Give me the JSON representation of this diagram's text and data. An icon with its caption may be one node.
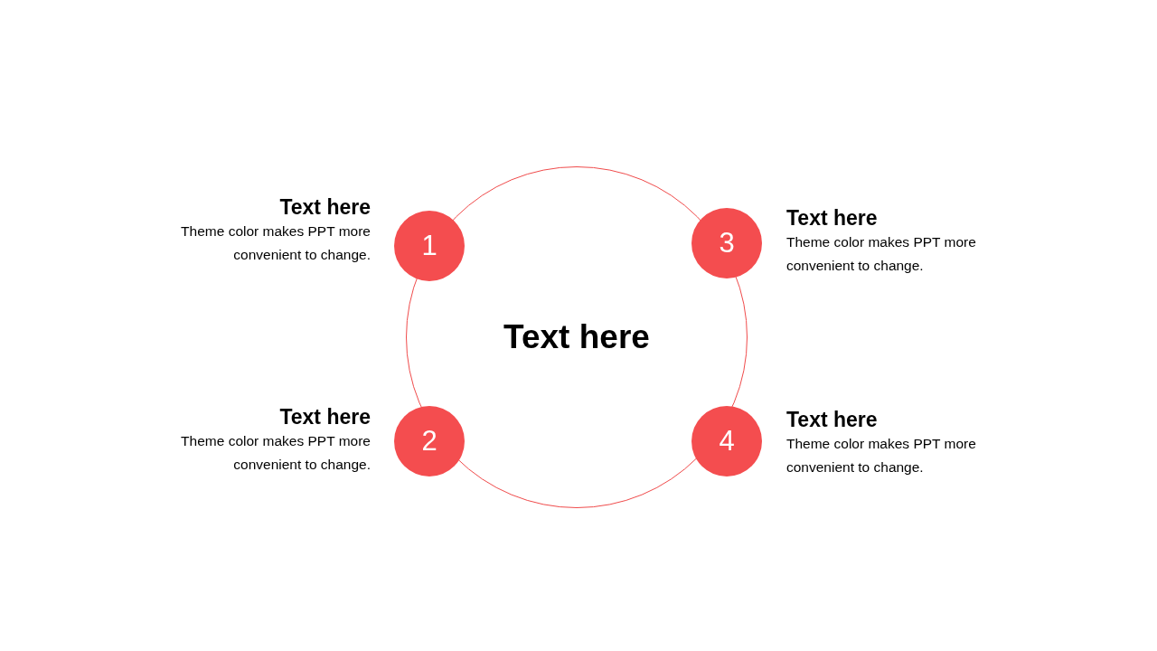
{
  "diagram": {
    "nodes": [
      {
        "text": [
          "Text here"
        ]
      },
      {
        "text": [
          "1"
        ],
        "beside": [
          "Text here",
          "Theme color makes PPT more convenient to change."
        ]
      },
      {
        "text": [
          "2"
        ],
        "beside": [
          "Text here",
          "Theme color makes PPT more convenient to change."
        ]
      },
      {
        "text": [
          "3"
        ],
        "beside": [
          "Text here",
          "Theme color makes PPT more convenient to change."
        ]
      },
      {
        "text": [
          "4"
        ],
        "beside": [
          "Text here",
          "Theme color makes PPT more convenient to change."
        ]
      }
    ],
    "edges": []
  }
}
